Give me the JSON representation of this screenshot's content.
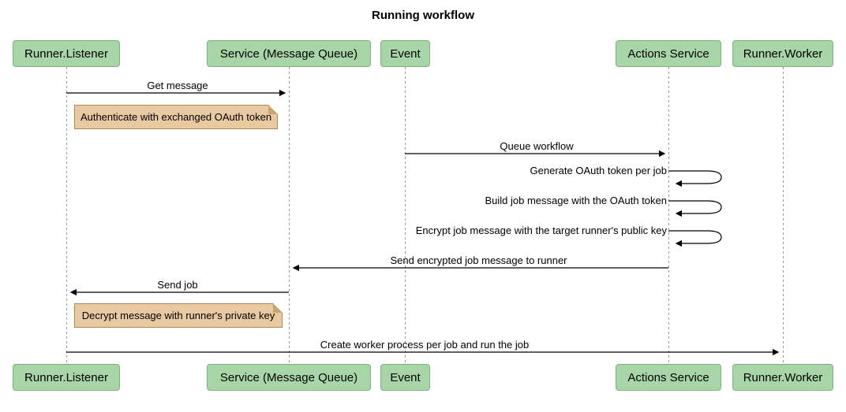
{
  "title": "Running workflow",
  "participants": [
    {
      "label": "Runner.Listener"
    },
    {
      "label": "Service (Message Queue)"
    },
    {
      "label": "Event"
    },
    {
      "label": "Actions Service"
    },
    {
      "label": "Runner.Worker"
    }
  ],
  "messages": [
    {
      "label": "Get message",
      "from": "Runner.Listener",
      "to": "Service (Message Queue)",
      "type": "solid-arrow"
    },
    {
      "label": "Queue workflow",
      "from": "Event",
      "to": "Actions Service",
      "type": "solid-arrow"
    },
    {
      "label": "Generate OAuth token per job",
      "from": "Actions Service",
      "to": "Actions Service",
      "type": "self-loop"
    },
    {
      "label": "Build job message with the OAuth token",
      "from": "Actions Service",
      "to": "Actions Service",
      "type": "self-loop"
    },
    {
      "label": "Encrypt job message with the target runner's public key",
      "from": "Actions Service",
      "to": "Actions Service",
      "type": "self-loop"
    },
    {
      "label": "Send encrypted job message to runner",
      "from": "Actions Service",
      "to": "Service (Message Queue)",
      "type": "solid-arrow"
    },
    {
      "label": "Send job",
      "from": "Service (Message Queue)",
      "to": "Runner.Listener",
      "type": "solid-arrow"
    },
    {
      "label": "Create worker process per job and run the job",
      "from": "Runner.Listener",
      "to": "Runner.Worker",
      "type": "solid-arrow"
    }
  ],
  "notes": [
    {
      "text": "Authenticate with exchanged OAuth token",
      "over": "Runner.Listener"
    },
    {
      "text": "Decrypt message with runner's private key",
      "over": "Runner.Listener"
    }
  ],
  "colors": {
    "participant_fill": "#a8d5a8",
    "participant_border": "#7fb27f",
    "note_fill": "#e8c9a2",
    "note_border": "#aa8b55",
    "note_fold": "#c9a670",
    "lifeline": "#999999",
    "message_line": "#000000"
  }
}
